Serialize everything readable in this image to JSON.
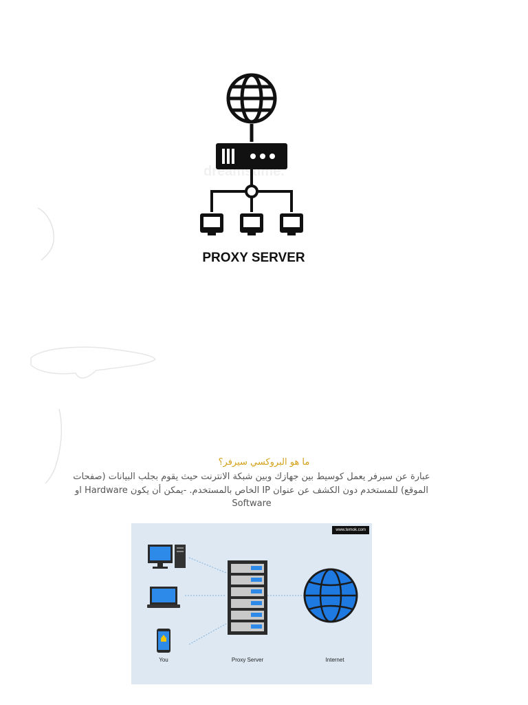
{
  "figure1": {
    "caption": "PROXY SERVER",
    "watermark": "dreamstime.",
    "icons": [
      "globe-icon",
      "server-icon",
      "network-hub-icon",
      "monitor-icon"
    ]
  },
  "section": {
    "heading": "ما هو البروكسي سيرفر؟",
    "paragraph": "عبارة عن سيرفر يعمل كوسيط بين جهازك وبين شبكة الانترنت حيث يقوم بجلب البيانات (صفحات الموقع) للمستخدم دون الكشف عن عنوان IP الخاص بالمستخدم. -يمكن أن يكون Hardware او Software"
  },
  "figure2": {
    "brand": "www.temok.com",
    "labels": {
      "you": "You",
      "proxy": "Proxy Server",
      "internet": "Internet"
    },
    "colors": {
      "background": "#dde8f2",
      "accent": "#1e7ae0"
    }
  },
  "colors": {
    "heading": "#d4a017",
    "text": "#555555"
  }
}
